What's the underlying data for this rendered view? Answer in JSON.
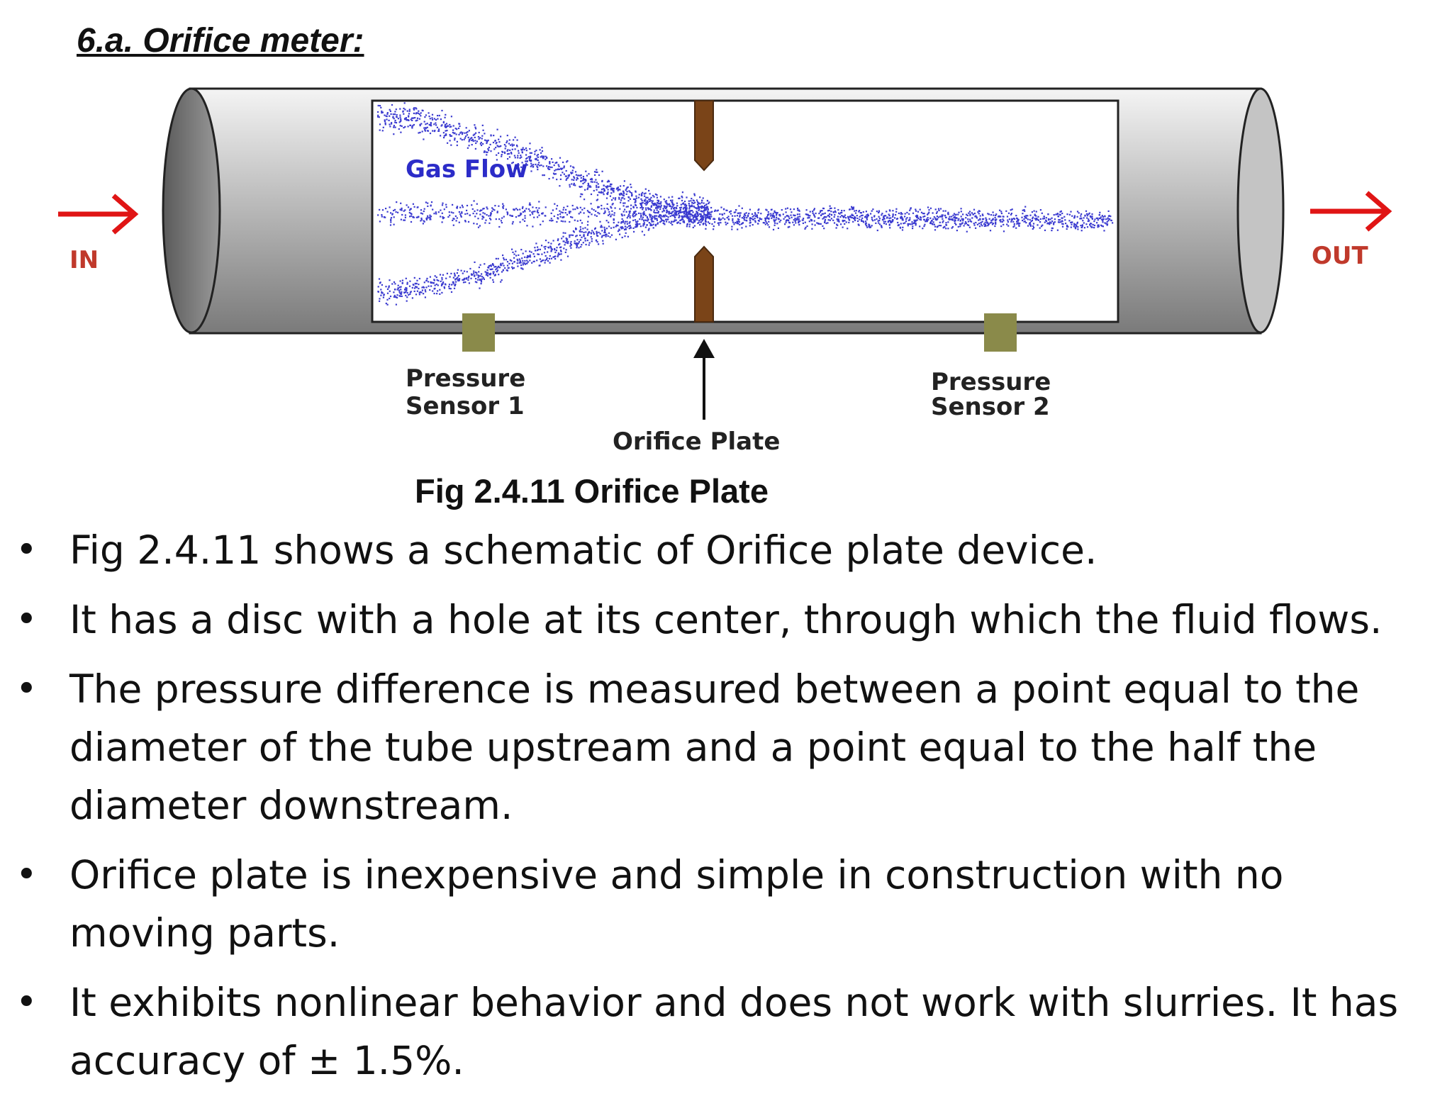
{
  "heading": "6.a.  Orifice meter:",
  "diagram": {
    "in_label": "IN",
    "out_label": "OUT",
    "gas_flow_label": "Gas Flow",
    "sensor1_line1": "Pressure",
    "sensor1_line2": "Sensor 1",
    "sensor2_line1": "Pressure",
    "sensor2_line2": "Sensor 2",
    "orifice_label": "Orifice Plate",
    "colors": {
      "arrow": "#e01515",
      "in_out_text": "#c0392b",
      "gas_flow_text": "#2c2cc8",
      "particles": "#3b3bd0",
      "plate": "#7a4418",
      "sensor": "#8a8a4a",
      "pipe": "#9a9a9a"
    },
    "caption": "Fig 2.4.11 Orifice Plate"
  },
  "bullets": [
    "Fig 2.4.11 shows a schematic of Orifice plate device.",
    "It has a disc with a hole at its center, through which the fluid flows.",
    "The pressure difference is measured between a point equal to the diameter of the tube upstream and a point equal to the half the diameter downstream.",
    "Orifice plate is inexpensive and simple in construction with no moving parts.",
    "It exhibits nonlinear behavior and does not work with slurries. It has accuracy of ± 1.5%."
  ],
  "bullet_symbol": "•"
}
